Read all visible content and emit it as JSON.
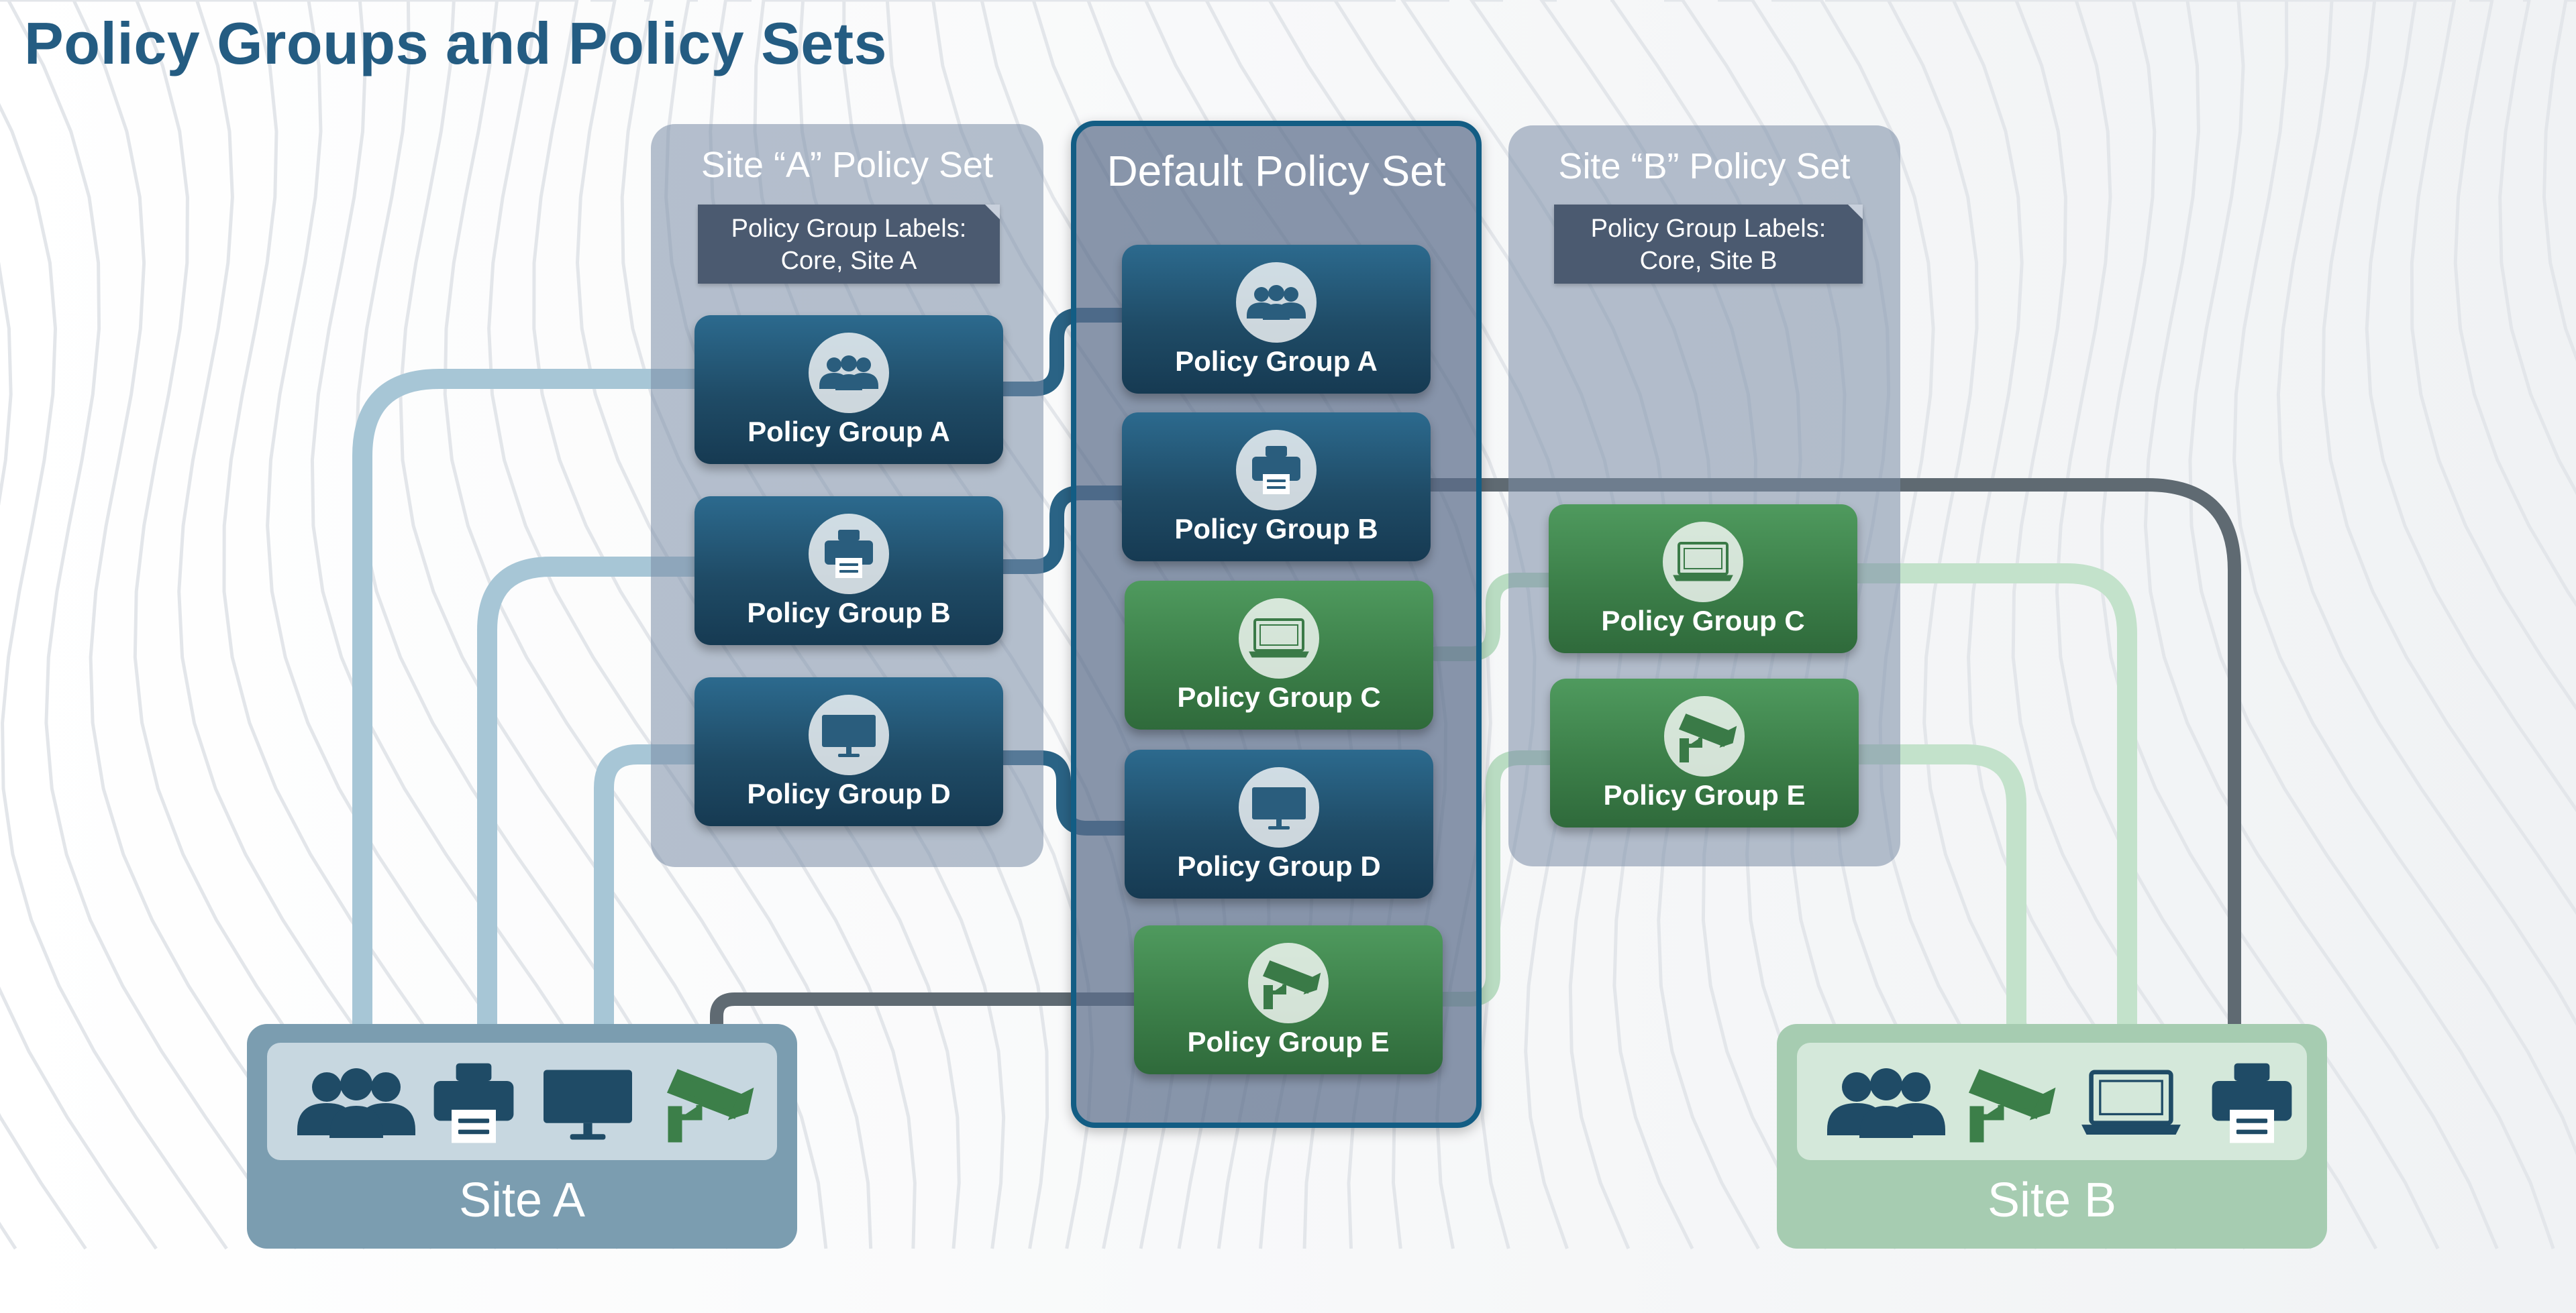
{
  "title": "Policy Groups and Policy Sets",
  "sets": {
    "site_a": {
      "title": "Site “A” Policy Set",
      "labels_line1": "Policy Group Labels:",
      "labels_line2": "Core, Site A",
      "groups": [
        "Policy Group A",
        "Policy Group B",
        "Policy Group D"
      ]
    },
    "default": {
      "title": "Default Policy Set",
      "groups": [
        "Policy Group A",
        "Policy Group B",
        "Policy Group C",
        "Policy Group D",
        "Policy Group E"
      ]
    },
    "site_b": {
      "title": "Site “B” Policy Set",
      "labels_line1": "Policy Group Labels:",
      "labels_line2": "Core, Site B",
      "groups": [
        "Policy Group C",
        "Policy Group E"
      ]
    }
  },
  "sites": {
    "a": {
      "label": "Site A",
      "devices": [
        "users-icon",
        "printer-icon",
        "monitor-icon",
        "camera-icon"
      ]
    },
    "b": {
      "label": "Site B",
      "devices": [
        "users-icon",
        "camera-icon",
        "laptop-icon",
        "printer-icon"
      ]
    }
  },
  "colors": {
    "title": "#245c82",
    "blue_group": "#1f4b66",
    "green_group": "#3c7f49",
    "default_border": "#135d84",
    "link_light_blue": "#a7c6d6",
    "link_light_green": "#c3e2cb",
    "link_dark_gray": "#5f6a72"
  }
}
